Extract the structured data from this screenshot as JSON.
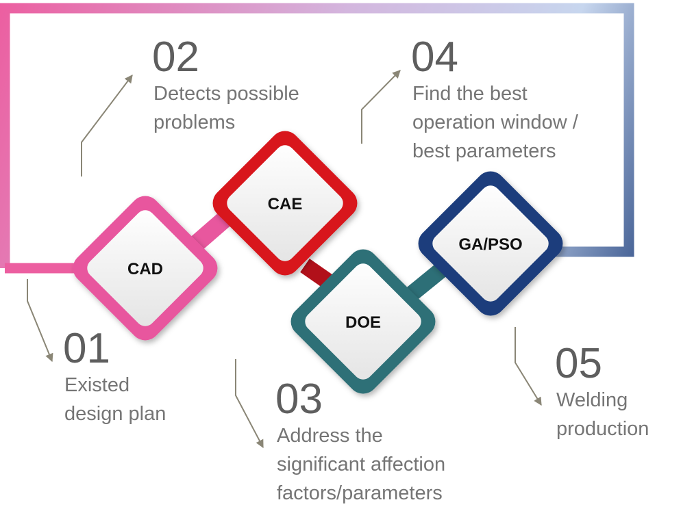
{
  "colors": {
    "cad": "#e8579e",
    "cae": "#d8161c",
    "doe": "#2d6f77",
    "gapso": "#1d3e7c",
    "arrow": "#8a8676",
    "number": "#5e5e5e",
    "description": "#757575"
  },
  "nodes": {
    "cad": {
      "label": "CAD"
    },
    "cae": {
      "label": "CAE"
    },
    "doe": {
      "label": "DOE"
    },
    "gapso": {
      "label": "GA/PSO"
    }
  },
  "steps": [
    {
      "number": "01",
      "lines": [
        "Existed",
        "design plan"
      ]
    },
    {
      "number": "02",
      "lines": [
        "Detects possible",
        "problems"
      ]
    },
    {
      "number": "03",
      "lines": [
        "Address the",
        "significant affection",
        "factors/parameters"
      ]
    },
    {
      "number": "04",
      "lines": [
        "Find the best",
        "operation window /",
        "best parameters"
      ]
    },
    {
      "number": "05",
      "lines": [
        "Welding",
        "production"
      ]
    }
  ]
}
